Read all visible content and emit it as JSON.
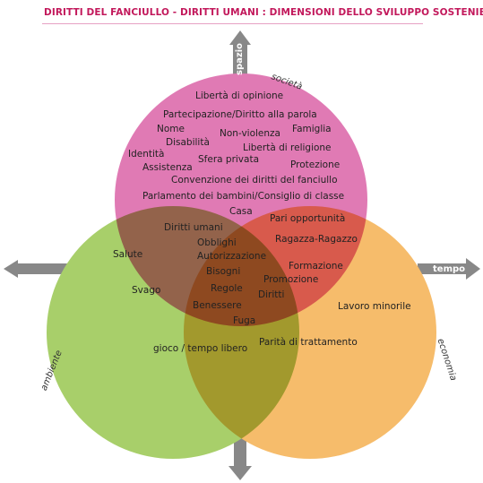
{
  "title": "DIRITTI DEL FANCIULLO - DIRITTI UMANI : DIMENSIONI DELLO SVILUPPO SOSTENIBILE",
  "axes": {
    "spazio": "spazio",
    "tempo": "tempo"
  },
  "sets": {
    "societa": "società",
    "ambiente": "ambiente",
    "economia": "economia"
  },
  "colors": {
    "societa": "#e07ab4",
    "ambiente": "#a8cf6a",
    "economia": "#f6bc6b",
    "arrow": "#888888",
    "title": "#c2185b"
  },
  "terms": {
    "t1": "Libertà di opinione",
    "t2": "Partecipazione/Diritto alla parola",
    "t3": "Nome",
    "t4": "Famiglia",
    "t5": "Non-violenza",
    "t6": "Disabilità",
    "t7": "Libertà di religione",
    "t8": "Identità",
    "t9": "Sfera privata",
    "t10": "Protezione",
    "t11": "Assistenza",
    "t12": "Convenzione dei diritti del fanciullo",
    "t13": "Parlamento dei bambini/Consiglio di classe",
    "t14": "Casa",
    "t15": "Pari opportunità",
    "t16": "Diritti umani",
    "t17": "Ragazza-Ragazzo",
    "t18": "Obblighi",
    "t19": "Salute",
    "t20": "Autorizzazione",
    "t21": "Formazione",
    "t22": "Bisogni",
    "t23": "Promozione",
    "t24": "Svago",
    "t25": "Regole",
    "t26": "Diritti",
    "t27": "Lavoro minorile",
    "t28": "Benessere",
    "t29": "Fuga",
    "t30": "Parità di trattamento",
    "t31": "gioco / tempo libero"
  }
}
